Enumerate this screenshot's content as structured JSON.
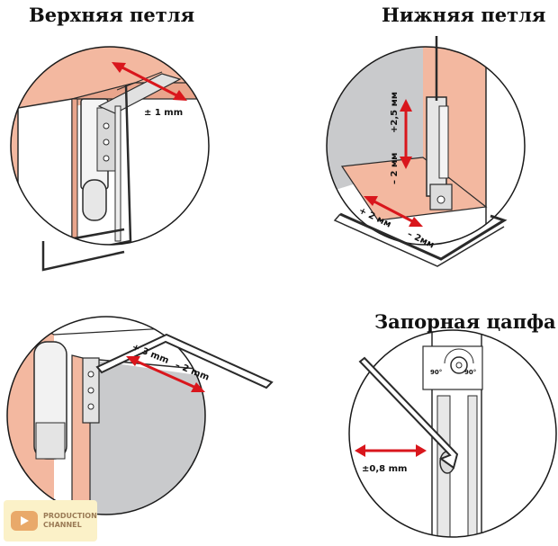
{
  "titles": {
    "top_hinge": "Верхняя петля",
    "bottom_hinge": "Нижняя петля",
    "locking_pin": "Запорная цапфа"
  },
  "measurements": {
    "top_hinge_adjust": "± 1 mm",
    "bottom_hinge_vertical_up": "+2,5 мм",
    "bottom_hinge_vertical_down": "– 2 мм",
    "bottom_hinge_horizontal_plus": "+ 2 мм",
    "bottom_hinge_horizontal_minus": "– 2мм",
    "side_hinge_plus": "+ 3 mm",
    "side_hinge_minus": "– 2 mm",
    "pin_adjust": "±0,8 mm",
    "pin_angle_left": "90°",
    "pin_angle_right": "90°"
  },
  "watermark": {
    "line1": "PRODUCTION",
    "line2": "CHANNEL"
  },
  "colors": {
    "frame_pink": "#f3b8a0",
    "sash_gray": "#c9cacc",
    "arrow_red": "#d9161c",
    "outline": "#2a2a2a"
  }
}
